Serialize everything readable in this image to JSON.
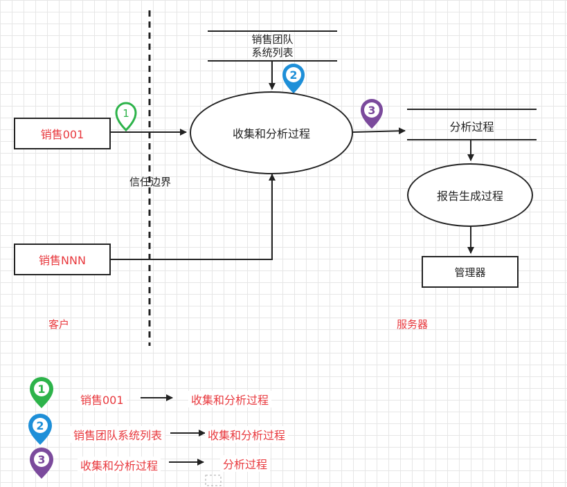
{
  "colors": {
    "red_text": "#e8383d",
    "green": "#2db34a",
    "blue": "#1e8fd8",
    "purple": "#7b4a9c",
    "line": "#222222"
  },
  "entities": {
    "sales_001": "销售001",
    "sales_nnn": "销售NNN",
    "manager": "管理器"
  },
  "processes": {
    "collect_analyze": "收集和分析过程",
    "report_gen": "报告生成过程"
  },
  "stores": {
    "sales_team_line1": "销售团队",
    "sales_team_line2": "系统列表",
    "analysis": "分析过程"
  },
  "zones": {
    "trust_boundary": "信任边界",
    "client": "客户",
    "server": "服务器"
  },
  "markers": {
    "m1": "1",
    "m2": "2",
    "m3": "3"
  },
  "legend": [
    {
      "marker": "1",
      "icon": "green-map-pin-icon",
      "from": "销售001",
      "to": "收集和分析过程"
    },
    {
      "marker": "2",
      "icon": "blue-map-pin-icon",
      "from": "销售团队系统列表",
      "to": "收集和分析过程"
    },
    {
      "marker": "3",
      "icon": "purple-map-pin-icon",
      "from": "收集和分析过程",
      "to": "分析过程"
    }
  ]
}
